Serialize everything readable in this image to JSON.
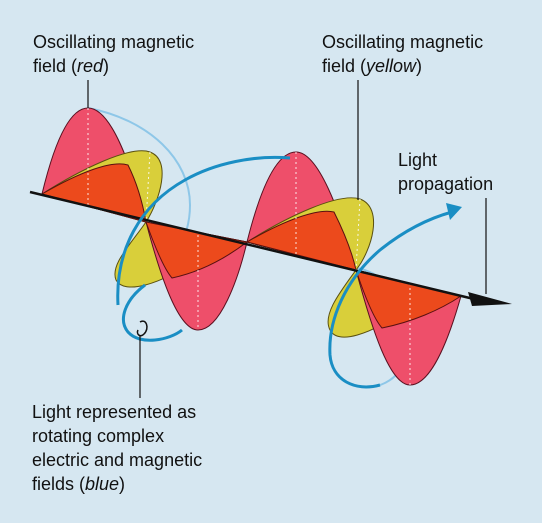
{
  "labels": {
    "red_field": {
      "line1": "Oscillating magnetic",
      "line2_prefix": "field (",
      "line2_em": "red",
      "line2_suffix": ")"
    },
    "yellow_field": {
      "line1": "Oscillating magnetic",
      "line2_prefix": "field (",
      "line2_em": "yellow",
      "line2_suffix": ")"
    },
    "propagation": {
      "line1": "Light",
      "line2": "propagation"
    },
    "rotating": {
      "line1": "Light represented as",
      "line2": "rotating complex",
      "line3": "electric and magnetic",
      "line4_prefix": "fields (",
      "line4_em": "blue",
      "line4_suffix": ")"
    }
  },
  "colors": {
    "background": "#d6e7f1",
    "red_wave": "#ee4f6a",
    "red_wave_dark": "#e8233d",
    "yellow_wave": "#d9cf3a",
    "orange_fill": "#ec4a1c",
    "blue_helix": "#1a8ec4",
    "blue_helix_light": "#8ec7e8",
    "axis": "#111111"
  },
  "icons": [
    "arrowhead-icon",
    "arrow-end-icon"
  ]
}
